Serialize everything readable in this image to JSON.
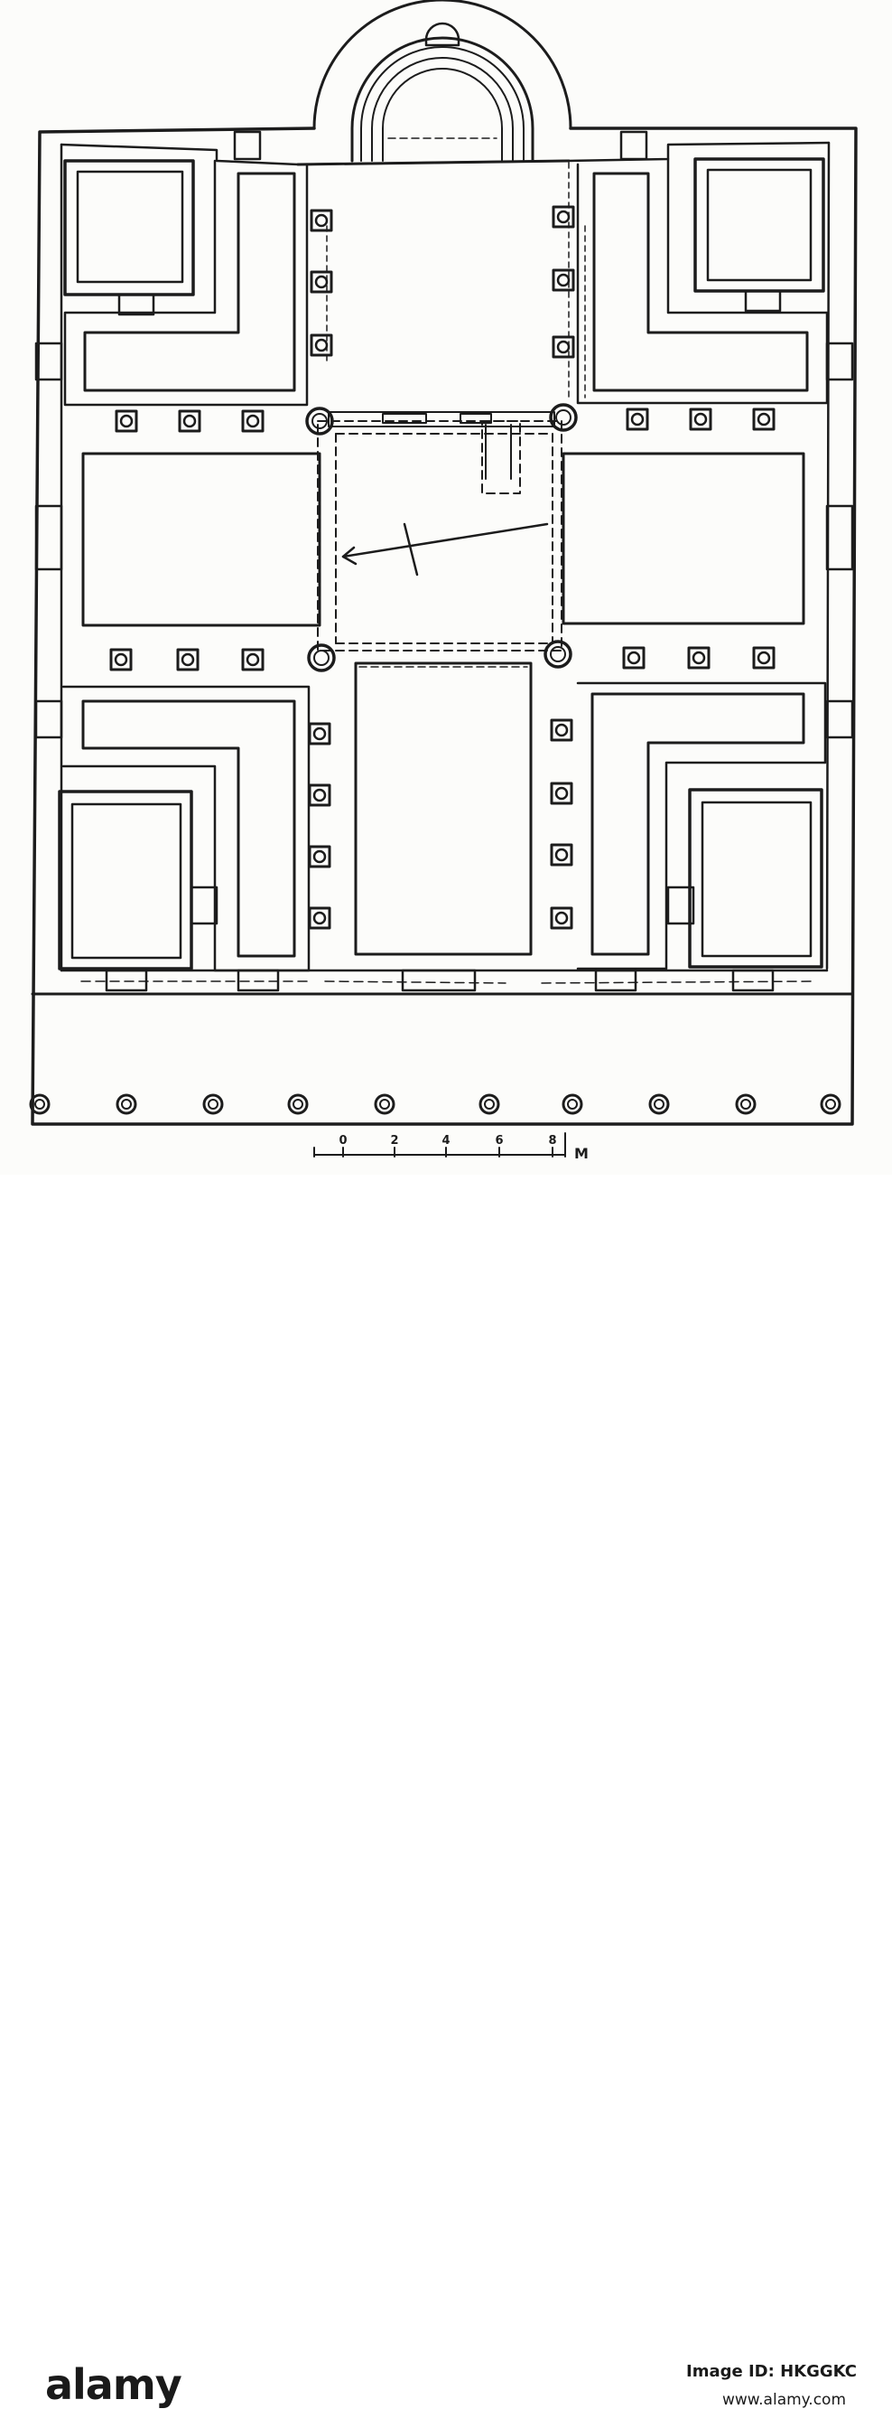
{
  "diagram": {
    "kind": "architectural floor plan",
    "scale_bar": {
      "ticks": [
        "0",
        "2",
        "4",
        "6",
        "8"
      ],
      "unit": "M"
    },
    "line_color": "#1c1c1c",
    "paper_color": "#fcfcfa"
  },
  "watermark": {
    "logo_text": "alamy",
    "image_id": "Image ID: HKGGKC",
    "site": "www.alamy.com"
  }
}
